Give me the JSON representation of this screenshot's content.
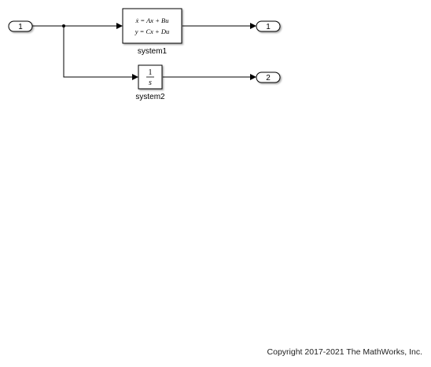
{
  "inports": [
    {
      "label": "1"
    }
  ],
  "outports": [
    {
      "label": "1"
    },
    {
      "label": "2"
    }
  ],
  "blocks": {
    "system1": {
      "name": "system1",
      "equation_line1": "ẋ = Ax + Bu",
      "equation_line2": "y = Cx + Du"
    },
    "system2": {
      "name": "system2",
      "numerator": "1",
      "denominator": "s"
    }
  },
  "footer": {
    "copyright": "Copyright 2017-2021 The MathWorks, Inc."
  }
}
